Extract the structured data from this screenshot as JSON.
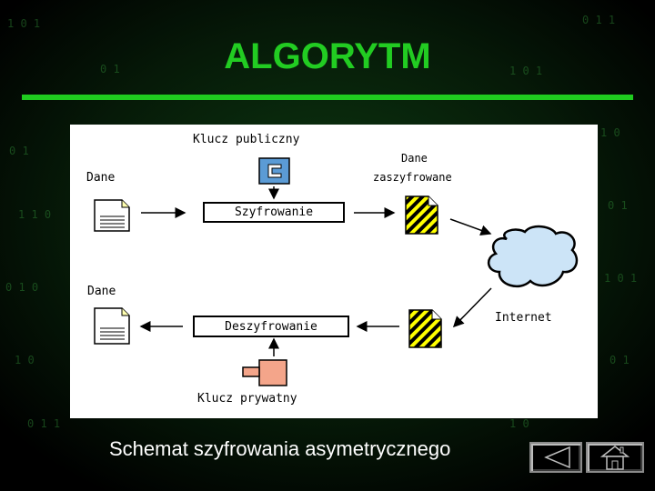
{
  "slide": {
    "title": "ALGORYTM",
    "caption": "Schemat szyfrowania asymetrycznego"
  },
  "diagram": {
    "public_key_label": "Klucz publiczny",
    "encrypted_label": [
      "Dane",
      "zaszyfrowane"
    ],
    "data_top_label": "Dane",
    "encryption_box": "Szyfrowanie",
    "data_bottom_label": "Dane",
    "decryption_box": "Deszyfrowanie",
    "internet_label": "Internet",
    "private_key_label": "Klucz prywatny"
  },
  "colors": {
    "title": "#22cc22",
    "public_key": "#5b9bd5",
    "private_key": "#f4a58a",
    "cloud": "#cce4f7",
    "hatch": "#ffff00"
  },
  "nav": {
    "back_icon": "triangle-left-icon",
    "home_icon": "house-icon"
  }
}
